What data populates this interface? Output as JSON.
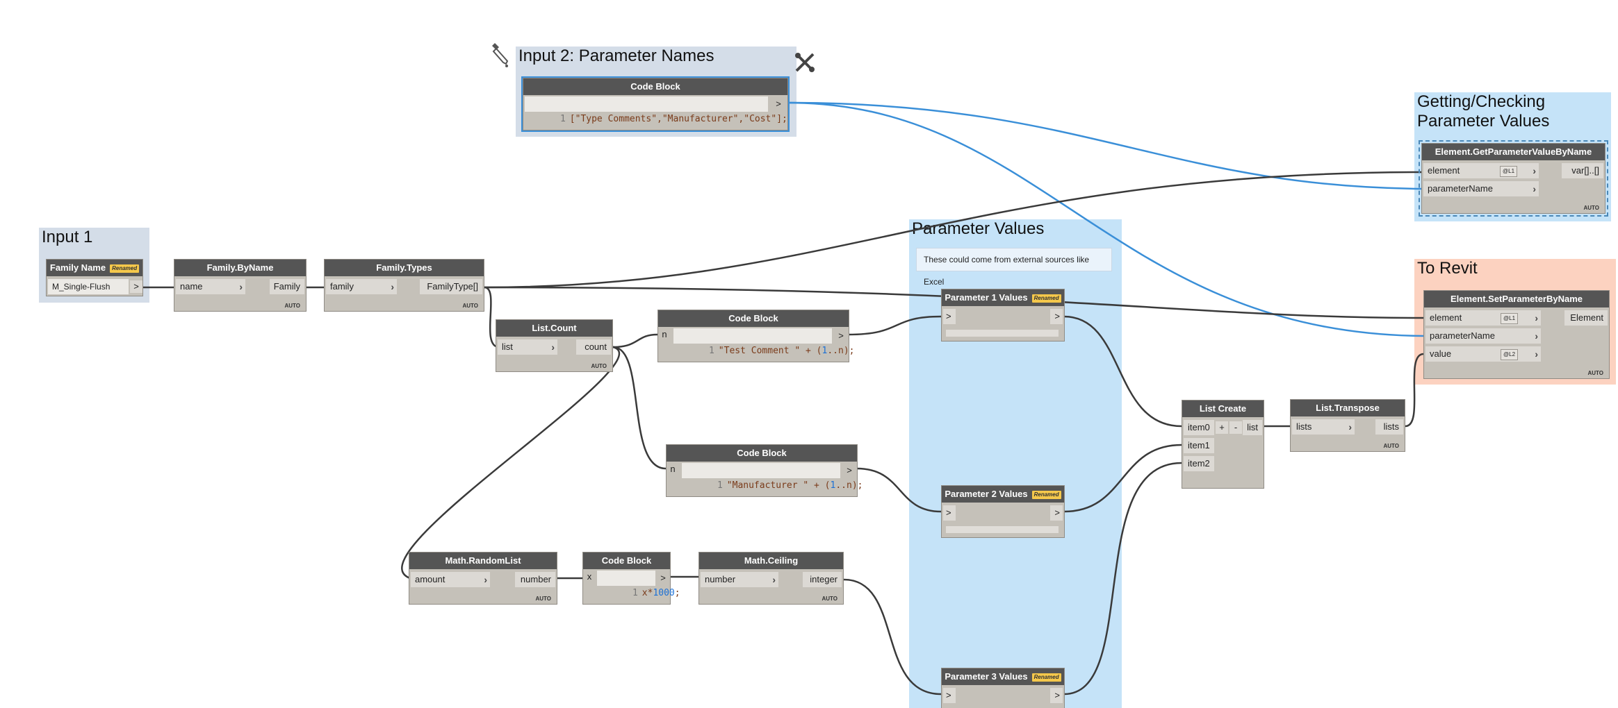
{
  "groups": {
    "input1": "Input 1",
    "input2": "Input 2: Parameter Names",
    "getting": "Getting/Checking\nParameter Values",
    "paramvalues": "Parameter Values",
    "torevit": "To Revit"
  },
  "note": "These could come from external sources like Excel",
  "nodes": {
    "family_name": {
      "title": "Family Name",
      "badge": "Renamed",
      "value": "M_Single-Flush",
      "out": ">"
    },
    "family_by_name": {
      "title": "Family.ByName",
      "in": "name",
      "out": "Family",
      "auto": "AUTO"
    },
    "family_types": {
      "title": "Family.Types",
      "in": "family",
      "out": "FamilyType[]",
      "auto": "AUTO"
    },
    "list_count": {
      "title": "List.Count",
      "in": "list",
      "out": "count",
      "auto": "AUTO"
    },
    "code_block_names": {
      "title": "Code Block",
      "line": "1",
      "code": "[\"Type Comments\",\"Manufacturer\",\"Cost\"];",
      "out": ">"
    },
    "code_block_test": {
      "title": "Code Block",
      "in": "n",
      "line": "1",
      "code_pre": "\"Test Comment \" + (",
      "code_num": "1",
      "code_post": "..n);",
      "out": ">"
    },
    "code_block_manu": {
      "title": "Code Block",
      "in": "n",
      "line": "1",
      "code_pre": "\"Manufacturer \" + (",
      "code_num": "1",
      "code_post": "..n);",
      "out": ">"
    },
    "math_randomlist": {
      "title": "Math.RandomList",
      "in": "amount",
      "out": "number",
      "auto": "AUTO"
    },
    "code_block_x": {
      "title": "Code Block",
      "in": "x",
      "line": "1",
      "code_pre": "x*",
      "code_num": "1000",
      "code_post": ";",
      "out": ">"
    },
    "math_ceiling": {
      "title": "Math.Ceiling",
      "in": "number",
      "out": "integer",
      "auto": "AUTO"
    },
    "param1": {
      "title": "Parameter 1 Values",
      "badge": "Renamed",
      "in": ">",
      "out": ">"
    },
    "param2": {
      "title": "Parameter 2 Values",
      "badge": "Renamed",
      "in": ">",
      "out": ">"
    },
    "param3": {
      "title": "Parameter 3 Values",
      "badge": "Renamed",
      "in": ">",
      "out": ">"
    },
    "list_create": {
      "title": "List Create",
      "in0": "item0",
      "in1": "item1",
      "in2": "item2",
      "plus": "+",
      "minus": "-",
      "out": "list"
    },
    "list_transpose": {
      "title": "List.Transpose",
      "in": "lists",
      "out": "lists",
      "auto": "AUTO"
    },
    "get_param": {
      "title": "Element.GetParameterValueByName",
      "in0": "element",
      "in0_lace": "@L1",
      "in1": "parameterName",
      "out": "var[]..[]",
      "auto": "AUTO"
    },
    "set_param": {
      "title": "Element.SetParameterByName",
      "in0": "element",
      "in0_lace": "@L1",
      "in1": "parameterName",
      "in2": "value",
      "in2_lace": "@L2",
      "out": "Element",
      "auto": "AUTO"
    }
  },
  "colors": {
    "wire_dark": "#3a3a3a",
    "wire_blue": "#3a8fd8",
    "group_blue": "#c5e3f8",
    "group_gray": "#d4dde8",
    "group_orange": "#fcd2c0"
  }
}
